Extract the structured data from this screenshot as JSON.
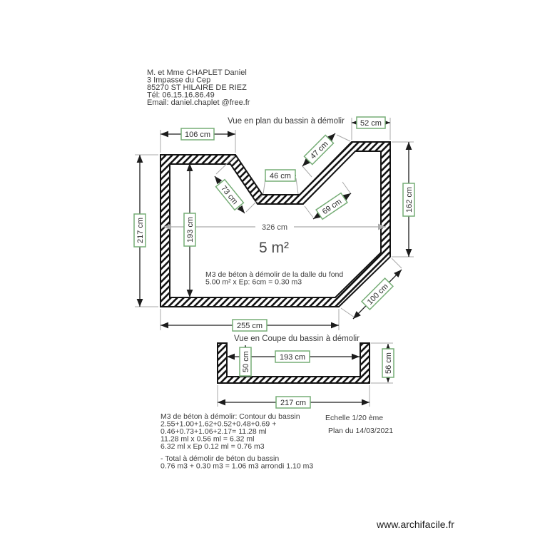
{
  "colors": {
    "label_border": "#76ad76",
    "line_black": "#1c1c1c",
    "line_gray": "#a8a8a8",
    "text": "#3c3c3c"
  },
  "contact": {
    "lines": [
      "M. et Mme CHAPLET Daniel",
      "3 Impasse du Cep",
      "85270 ST HILAIRE DE RIEZ",
      "Tél: 06.15.16.86.49",
      "Email: daniel.chaplet @free.fr"
    ]
  },
  "plan_view": {
    "title": "Vue en plan du bassin à démolir",
    "dim_106": "106 cm",
    "dim_52": "52 cm",
    "dim_47": "47 cm",
    "dim_46": "46 cm",
    "dim_73": "73 cm",
    "dim_69": "69 cm",
    "dim_162": "162 cm",
    "dim_217": "217 cm",
    "dim_193": "193 cm",
    "dim_326": "326 cm",
    "dim_100": "100 cm",
    "dim_255": "255 cm",
    "area": "5 m²",
    "note_line1": "M3 de béton à démolir de la dalle du fond",
    "note_line2": "5.00 m² x Ep: 6cm = 0.30 m3"
  },
  "section_view": {
    "title": "Vue en Coupe du bassin à démolir",
    "dim_50": "50 cm",
    "dim_193": "193 cm",
    "dim_56": "56 cm",
    "dim_217": "217 cm"
  },
  "calculations": {
    "lines": [
      "M3 de béton à démolir: Contour du bassin",
      "2.55+1.00+1.62+0.52+0.48+0.69 +",
      "0.46+0.73+1.06+2.17= 11.28 ml",
      "11.28 ml x 0.56 ml = 6.32 ml",
      "6.32 ml x Ep 0.12 ml = 0.76 m3"
    ],
    "total_lines": [
      "- Total à démolir de béton du bassin",
      "0.76 m3 + 0.30 m3 = 1.06 m3 arrondi 1.10 m3"
    ]
  },
  "footer": {
    "scale": "Echelle 1/20 ème",
    "date": "Plan du 14/03/2021",
    "watermark": "www.archifacile.fr"
  }
}
